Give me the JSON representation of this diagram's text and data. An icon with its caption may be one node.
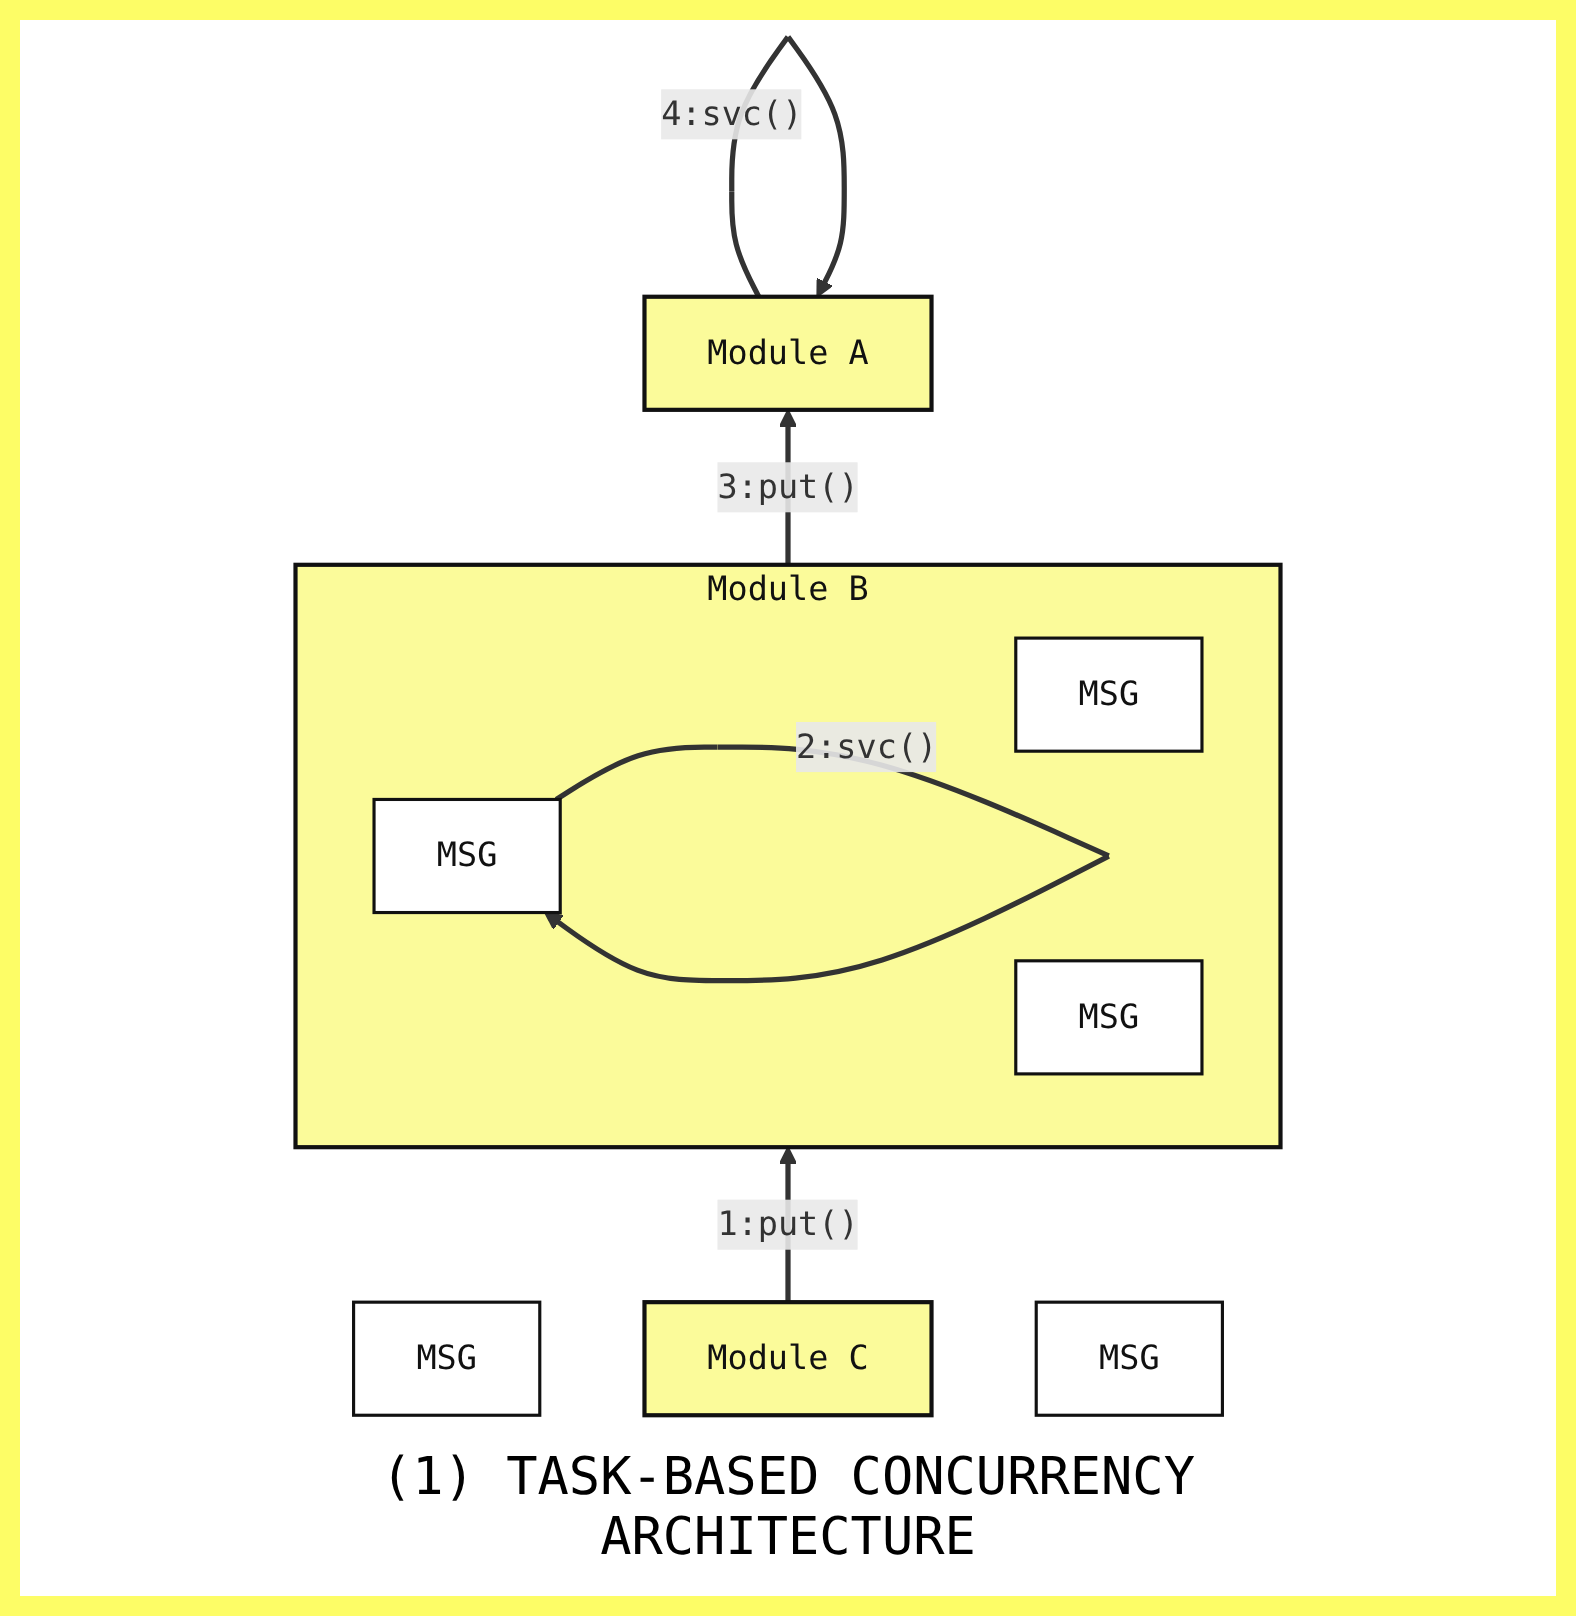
{
  "diagram": {
    "caption": "(1) TASK-BASED CONCURRENCY ARCHITECTURE",
    "nodes": [
      {
        "text": [
          "Module A"
        ]
      },
      {
        "text": [
          "MSG"
        ]
      },
      {
        "text": [
          "Module B"
        ]
      },
      {
        "text": [
          "MSG"
        ],
        "in": 2
      },
      {
        "text": [
          "MSG"
        ],
        "in": 2
      },
      {
        "text": [
          "MSG"
        ],
        "in": 2
      },
      {
        "text": [
          "Module C"
        ]
      },
      {
        "text": [
          "MSG"
        ]
      }
    ],
    "edges": [
      {
        "from": 6,
        "to": 2,
        "arrow": "to",
        "label": "1:put()"
      },
      {
        "from": 5,
        "to": 5,
        "arrow": "to",
        "label": "2:svc()"
      },
      {
        "from": 2,
        "to": 0,
        "arrow": "to",
        "label": "3:put()"
      },
      {
        "from": 0,
        "to": 0,
        "arrow": "to",
        "label": "4:svc()"
      }
    ]
  }
}
